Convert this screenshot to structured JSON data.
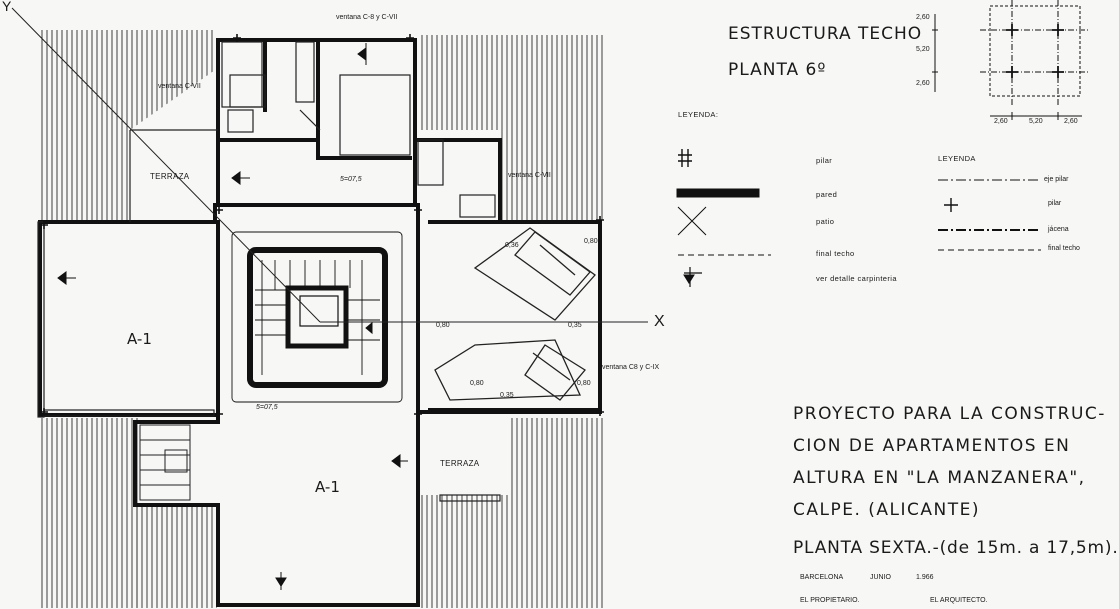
{
  "title": {
    "line1": "ESTRUCTURA TECHO",
    "line2": "PLANTA 6º"
  },
  "grid_key": {
    "left_dims": [
      "2,60",
      "5,20",
      "2,60"
    ],
    "bottom_dims": [
      "2,60",
      "5,20",
      "2,60"
    ]
  },
  "legend_left": {
    "heading": "LEYENDA:",
    "items": [
      "pilar",
      "pared",
      "patio",
      "final techo",
      "ver detalle carpinteria"
    ]
  },
  "legend_right": {
    "heading": "LEYENDA",
    "items": [
      "eje pilar",
      "pilar",
      "jácena",
      "final techo"
    ]
  },
  "plan_labels": {
    "apartment_1": "A-1",
    "apartment_2": "A-1",
    "terrace_1": "TERRAZA",
    "terrace_2": "TERRAZA",
    "axis_x": "X",
    "axis_y": "Y",
    "window_top": "ventana C-8 y C-VII",
    "window_left": "ventana C-VII",
    "window_right": "ventana C-VII",
    "window_mid": "ventana C8 y C-IX",
    "dim_036": "0,36",
    "dim_080a": "0,80",
    "dim_080b": "0,80",
    "dim_035a": "0,35",
    "dim_080c": "0,80",
    "dim_080d": "0,80",
    "dim_035b": "0,35",
    "note_1": "5=07,5",
    "note_2": "5=07,5"
  },
  "project": {
    "line1": "PROYECTO PARA LA CONSTRUC-",
    "line2": "CION DE  APARTAMENTOS EN",
    "line3": "ALTURA EN \"LA MANZANERA\",",
    "line4": "CALPE. (ALICANTE)",
    "line5": "PLANTA  SEXTA.-(de 15m. a 17,5m).",
    "place": "BARCELONA",
    "month": "JUNIO",
    "year": "1.966",
    "owner": "EL PROPIETARIO.",
    "architect": "EL ARQUITECTO."
  }
}
